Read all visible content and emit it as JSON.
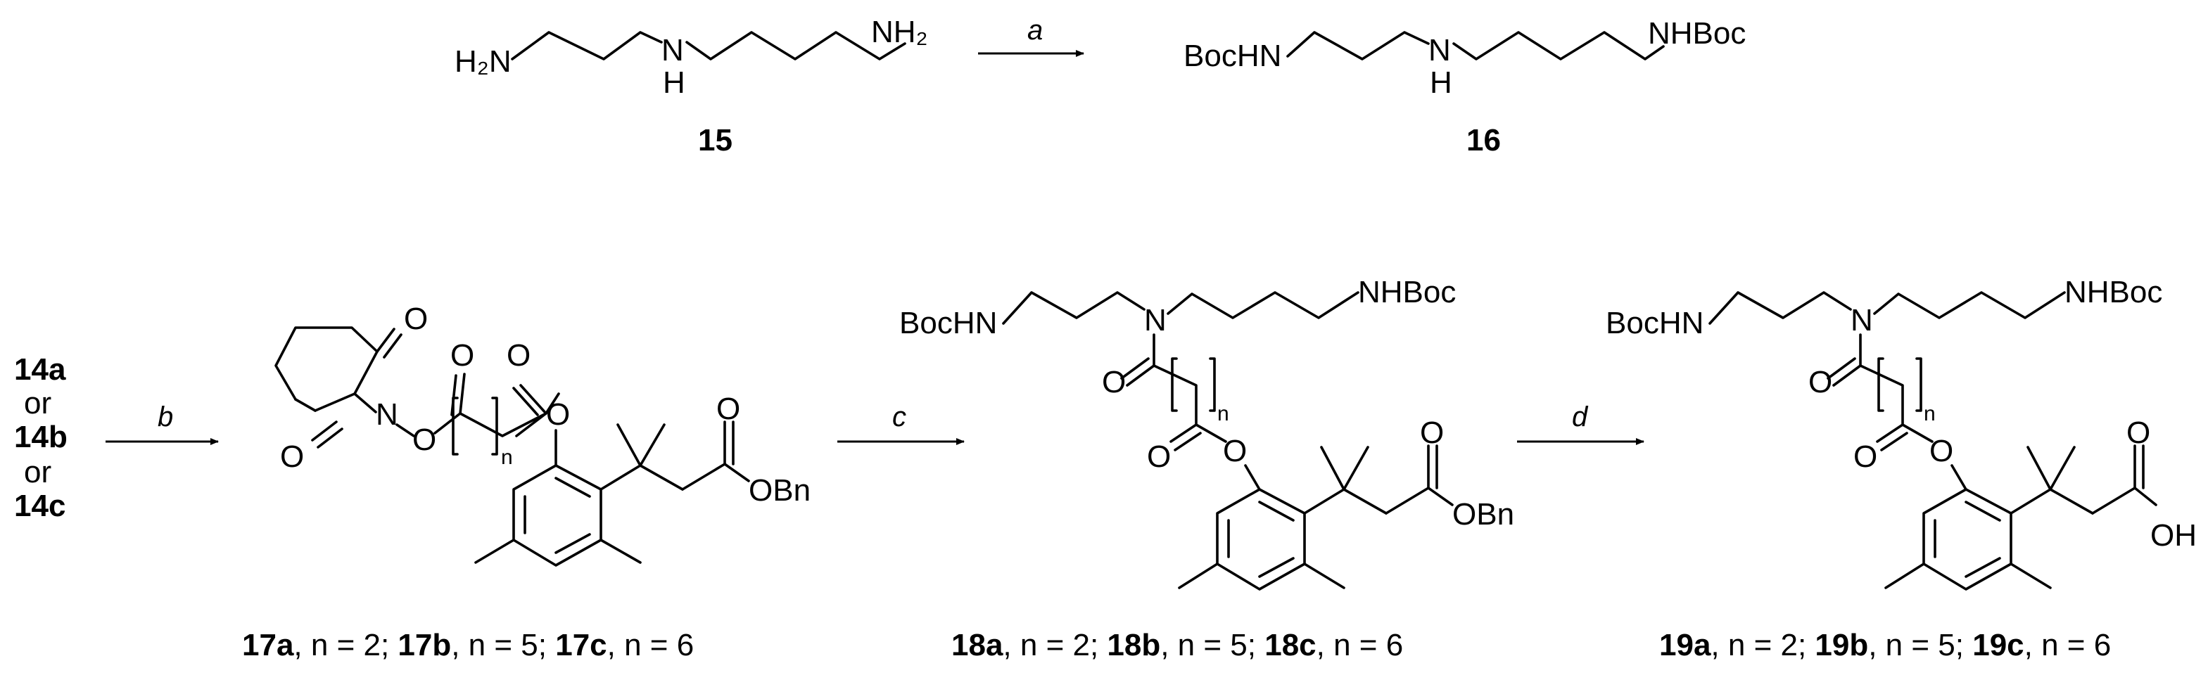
{
  "conditions": {
    "a": "a",
    "b": "b",
    "c": "c",
    "d": "d"
  },
  "compounds": {
    "c15": "15",
    "c16": "16"
  },
  "reactants": {
    "r1": "14a",
    "or1": "or",
    "r2": "14b",
    "or2": "or",
    "r3": "14c"
  },
  "atoms": {
    "H2N": "H₂N",
    "NH2": "NH₂",
    "NH": "N",
    "H": "H",
    "BocHN": "BocHN",
    "NHBoc": "NHBoc",
    "N": "N",
    "O": "O",
    "OBn": "OBn",
    "OH": "OH",
    "n": "n"
  },
  "captions": {
    "c17": [
      {
        "text": "17a",
        "bold": true
      },
      {
        "text": ", n = 2; ",
        "bold": false
      },
      {
        "text": "17b",
        "bold": true
      },
      {
        "text": ", n = 5; ",
        "bold": false
      },
      {
        "text": "17c",
        "bold": true
      },
      {
        "text": ", n = 6",
        "bold": false
      }
    ],
    "c18": [
      {
        "text": "18a",
        "bold": true
      },
      {
        "text": ", n = 2; ",
        "bold": false
      },
      {
        "text": "18b",
        "bold": true
      },
      {
        "text": ", n = 5; ",
        "bold": false
      },
      {
        "text": "18c",
        "bold": true
      },
      {
        "text": ", n = 6",
        "bold": false
      }
    ],
    "c19": [
      {
        "text": "19a",
        "bold": true
      },
      {
        "text": ", n = 2; ",
        "bold": false
      },
      {
        "text": "19b",
        "bold": true
      },
      {
        "text": ", n = 5; ",
        "bold": false
      },
      {
        "text": "19c",
        "bold": true
      },
      {
        "text": ", n = 6",
        "bold": false
      }
    ]
  }
}
